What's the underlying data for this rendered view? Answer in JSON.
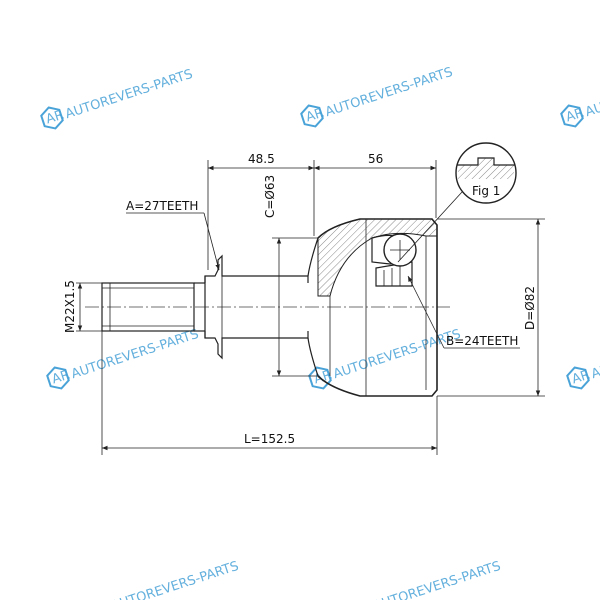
{
  "watermark": {
    "text": "AUTOREVERS-PARTS",
    "logo": "AR",
    "color": "#4aa3d8"
  },
  "dimensions": {
    "shaft_section": "48.5",
    "housing_length": "56",
    "outer_diameter_C": "C=Ø63",
    "outer_diameter_D": "D=Ø82",
    "spline_A": "A=27TEETH",
    "spline_B": "B=24TEETH",
    "thread": "M22X1.5",
    "total_length": "L=152.5",
    "detail_label": "Fig 1"
  }
}
